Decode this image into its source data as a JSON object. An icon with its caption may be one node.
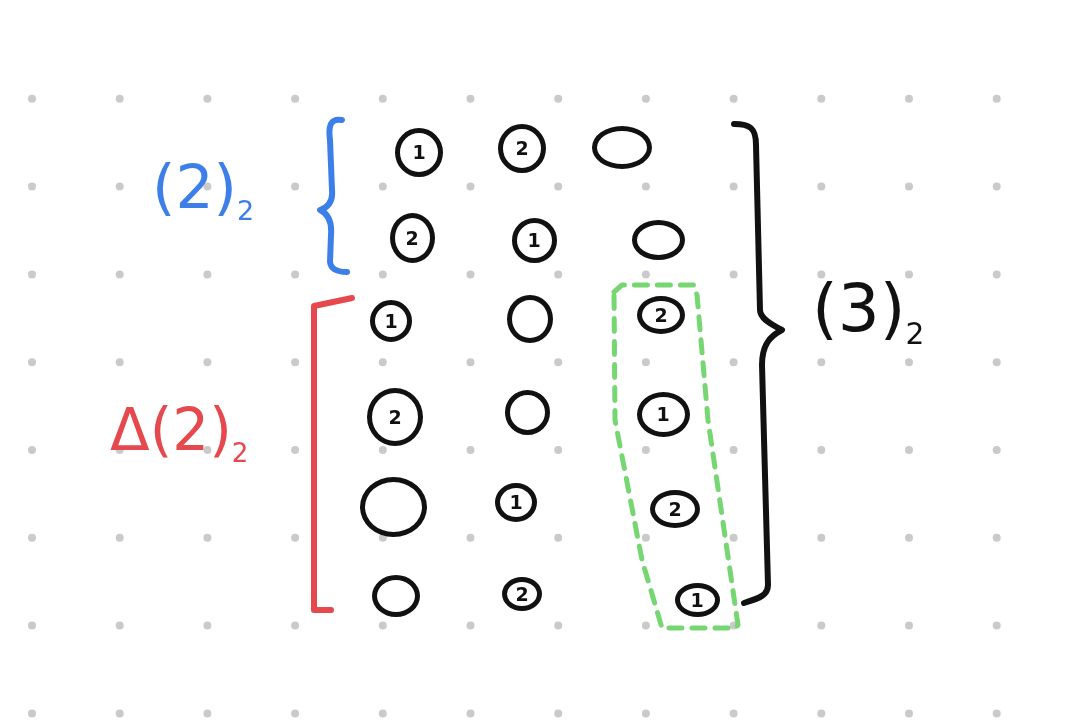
{
  "diagram": {
    "nodes": [
      {
        "text": [
          "1"
        ]
      },
      {
        "text": [
          "2"
        ]
      },
      {
        "text": [],
        "shape": "circle"
      },
      {
        "text": [
          "2"
        ]
      },
      {
        "text": [
          "1"
        ]
      },
      {
        "text": [],
        "shape": "circle"
      },
      {
        "text": [
          "1"
        ]
      },
      {
        "text": [],
        "shape": "circle"
      },
      {
        "text": [],
        "shape": "box"
      },
      {
        "text": [
          "2"
        ],
        "in": 8
      },
      {
        "text": [
          "2"
        ]
      },
      {
        "text": [],
        "shape": "circle"
      },
      {
        "text": [
          "1"
        ],
        "in": 8
      },
      {
        "text": [],
        "shape": "circle"
      },
      {
        "text": [
          "1"
        ]
      },
      {
        "text": [
          "2"
        ],
        "in": 8
      },
      {
        "text": [],
        "shape": "circle"
      },
      {
        "text": [
          "2"
        ]
      },
      {
        "text": [
          "1"
        ],
        "in": 8
      }
    ],
    "labels": [
      "(2)$_{2}$",
      "(3)$_{2}$",
      "Δ(2)$_{2}$"
    ]
  }
}
